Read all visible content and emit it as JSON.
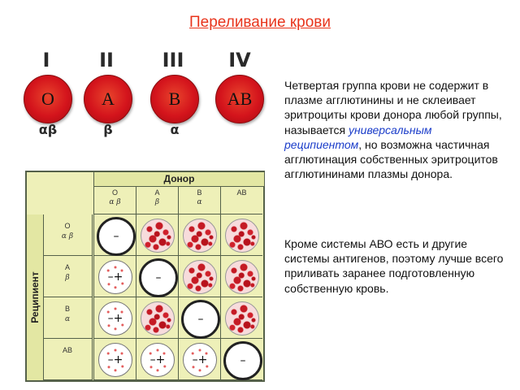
{
  "title": "Переливание крови",
  "groups": [
    {
      "roman": "I",
      "letter": "O",
      "antibodies": "αβ"
    },
    {
      "roman": "II",
      "letter": "A",
      "antibodies": "β"
    },
    {
      "roman": "III",
      "letter": "B",
      "antibodies": "α"
    },
    {
      "roman": "IV",
      "letter": "AB",
      "antibodies": ""
    }
  ],
  "text": {
    "p1_a": "Четвертая группа крови не содержит в плазме агглютинины и не склеивает эритроциты крови донора любой группы, называется ",
    "p1_hl": "универсальным реципиентом",
    "p1_b": ", но возможна частичная агглютинация собственных эритроцитов агглютининами плазмы донора.",
    "p2": "Кроме системы АВО есть и другие системы антигенов, поэтому лучше всего приливать заранее подготовленную собственную кровь."
  },
  "table": {
    "donor_label": "Донор",
    "recipient_label": "Реципиент",
    "columns": [
      {
        "letter": "О",
        "greek": "α β"
      },
      {
        "letter": "А",
        "greek": "β"
      },
      {
        "letter": "В",
        "greek": "α"
      },
      {
        "letter": "АВ",
        "greek": ""
      }
    ],
    "rows": [
      {
        "letter": "О",
        "greek": "α β",
        "cells": [
          "–",
          "agg",
          "agg",
          "agg"
        ]
      },
      {
        "letter": "А",
        "greek": "β",
        "cells": [
          "–+",
          "–",
          "agg",
          "agg"
        ]
      },
      {
        "letter": "В",
        "greek": "α",
        "cells": [
          "–+",
          "agg",
          "–",
          "agg"
        ]
      },
      {
        "letter": "АВ",
        "greek": "",
        "cells": [
          "–+",
          "–+",
          "–+",
          "–"
        ]
      }
    ]
  }
}
